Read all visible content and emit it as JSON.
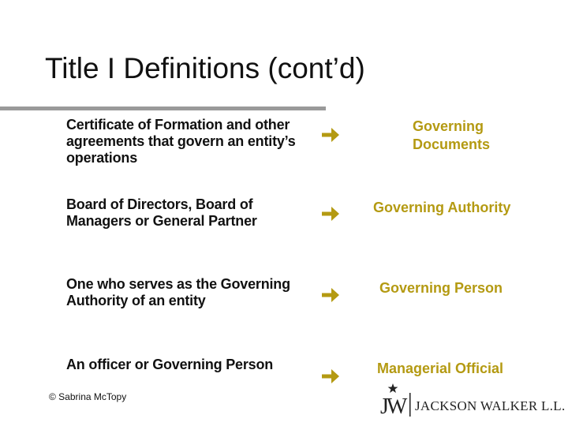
{
  "slide": {
    "title": "Title I Definitions (cont’d)",
    "rows": [
      {
        "term": "Certificate of Formation and other agreements that govern an entity’s operations",
        "definition_line1": "Governing",
        "definition_line2": "Documents"
      },
      {
        "term": "Board of Directors, Board of Managers or General Partner",
        "definition_line1": "Governing Authority",
        "definition_line2": ""
      },
      {
        "term": "One who serves as the Governing Authority of an entity",
        "definition_line1": "Governing Person",
        "definition_line2": ""
      },
      {
        "term": "An officer or Governing Person",
        "definition_line1": "Managerial Official",
        "definition_line2": ""
      }
    ],
    "footer": {
      "copyright": "© Sabrina McTopy",
      "logo_monogram": "JW",
      "logo_text": "JACKSON WALKER L.L.P."
    }
  },
  "colors": {
    "accent": "#b49a12",
    "rule": "#9a9a9a",
    "text": "#111111"
  },
  "icons": {
    "arrow": "right-arrow-icon",
    "star": "star-icon"
  }
}
